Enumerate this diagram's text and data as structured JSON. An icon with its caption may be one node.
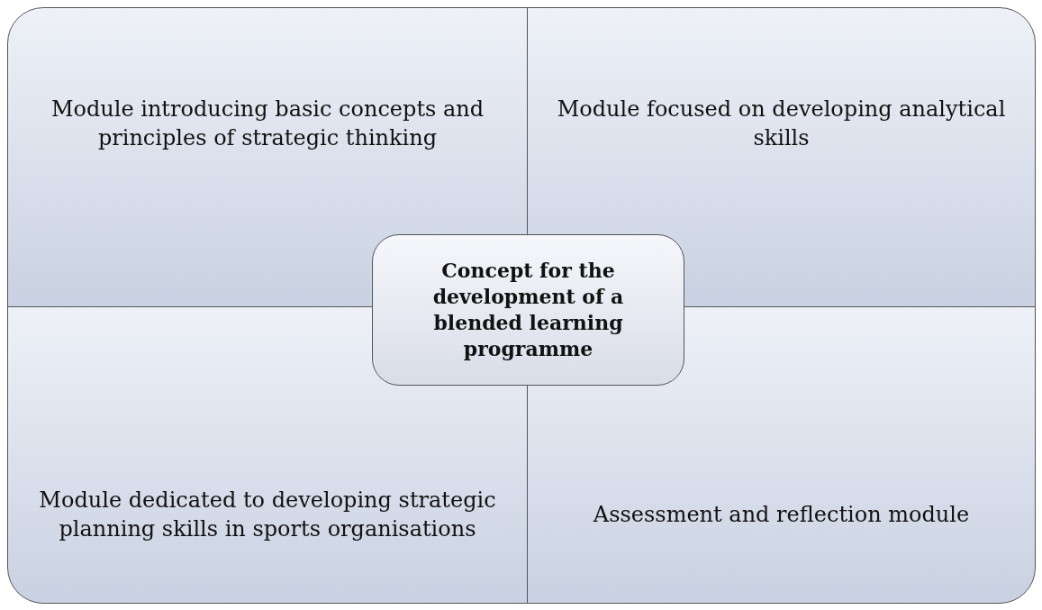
{
  "diagram": {
    "nodes": [
      {
        "text": [
          "Module introducing basic concepts and principles of strategic thinking"
        ]
      },
      {
        "text": [
          "Module focused on developing analytical skills"
        ]
      },
      {
        "text": [
          "Concept for the development of a blended learning programme"
        ]
      },
      {
        "text": [
          "Module dedicated to developing strategic planning skills in sports organisations"
        ]
      },
      {
        "text": [
          "Assessment and reflection module"
        ]
      }
    ],
    "edges": []
  }
}
